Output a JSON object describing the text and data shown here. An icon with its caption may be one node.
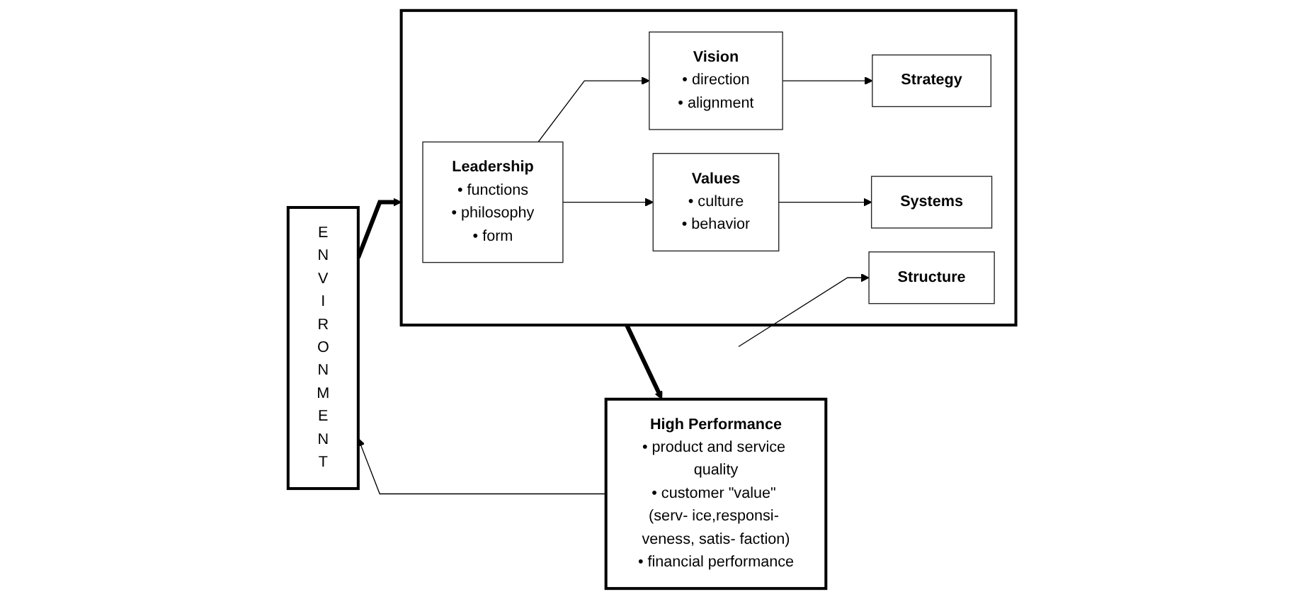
{
  "diagram": {
    "nodes": [
      {
        "text": [
          "ENVIRONMENT"
        ]
      },
      {
        "text": [],
        "shape": "box"
      },
      {
        "text": [
          "Leadership",
          "• functions",
          "• philosophy",
          "• form"
        ],
        "in": 1
      },
      {
        "text": [
          "Vision",
          "• direction",
          "• alignment"
        ],
        "in": 1
      },
      {
        "text": [
          "Strategy"
        ],
        "in": 1
      },
      {
        "text": [
          "Structure"
        ],
        "in": 1
      },
      {
        "text": [
          "Values",
          "• culture",
          "• behavior"
        ],
        "in": 1
      },
      {
        "text": [
          "Systems"
        ],
        "in": 1
      },
      {
        "text": [
          "High Performance",
          "• product and service quality",
          "• customer \"value\" (serv- ice,responsi- veness, satis- faction)",
          "• financial performance"
        ]
      }
    ],
    "edges": [
      {
        "from": 0,
        "to": 1,
        "arrow": "to",
        "style": "thick"
      },
      {
        "from": 1,
        "to": 8,
        "arrow": "to",
        "style": "thick"
      },
      {
        "from": 8,
        "to": 0,
        "arrow": "to"
      },
      {
        "from": 2,
        "to": 3,
        "arrow": "to"
      },
      {
        "from": 2,
        "to": 6,
        "arrow": "to"
      },
      {
        "from": 3,
        "to": 4,
        "arrow": "to"
      },
      {
        "from": null,
        "to": 5,
        "arrow": "to"
      },
      {
        "from": 6,
        "to": 7,
        "arrow": "to"
      }
    ]
  }
}
